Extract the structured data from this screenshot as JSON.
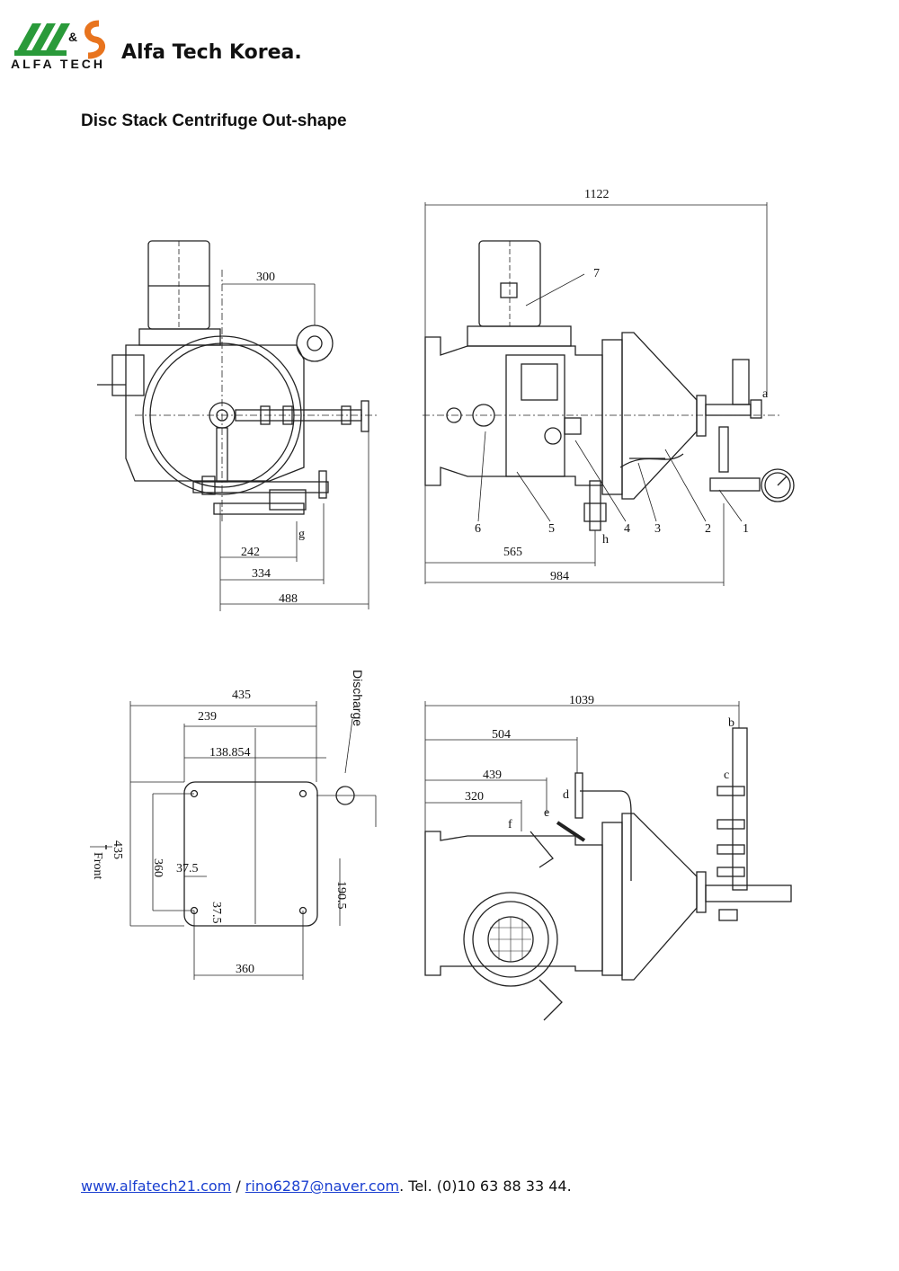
{
  "header": {
    "logo_mark": "AT&S",
    "logo_sub": "ALFA TECH",
    "company": "Alfa Tech Korea.",
    "title": "Disc Stack Centrifuge Out-shape"
  },
  "colors": {
    "logo_green": "#2a9a3a",
    "logo_orange": "#e8741e",
    "link": "#1a3fd0"
  },
  "front_view": {
    "dims": [
      "300",
      "242",
      "334",
      "488"
    ],
    "port": "g"
  },
  "side_view": {
    "dims": [
      "1122",
      "565",
      "984"
    ],
    "callouts": [
      "7",
      "6",
      "5",
      "4",
      "3",
      "2",
      "1"
    ],
    "ports": [
      "a",
      "h"
    ]
  },
  "plan_view": {
    "dims": [
      "435",
      "239",
      "138.854",
      "360",
      "37.5",
      "37.5",
      "190.5",
      "360",
      "435"
    ],
    "front_label": "Front",
    "discharge_label": "Discharge"
  },
  "rear_view": {
    "dims": [
      "1039",
      "504",
      "439",
      "320"
    ],
    "ports": [
      "b",
      "c",
      "d",
      "e",
      "f"
    ]
  },
  "footer": {
    "website": "www.alfatech21.com",
    "sep": " / ",
    "email": "rino6287@naver.com",
    "phone": ". Tel. (0)10 63 88 33 44."
  }
}
